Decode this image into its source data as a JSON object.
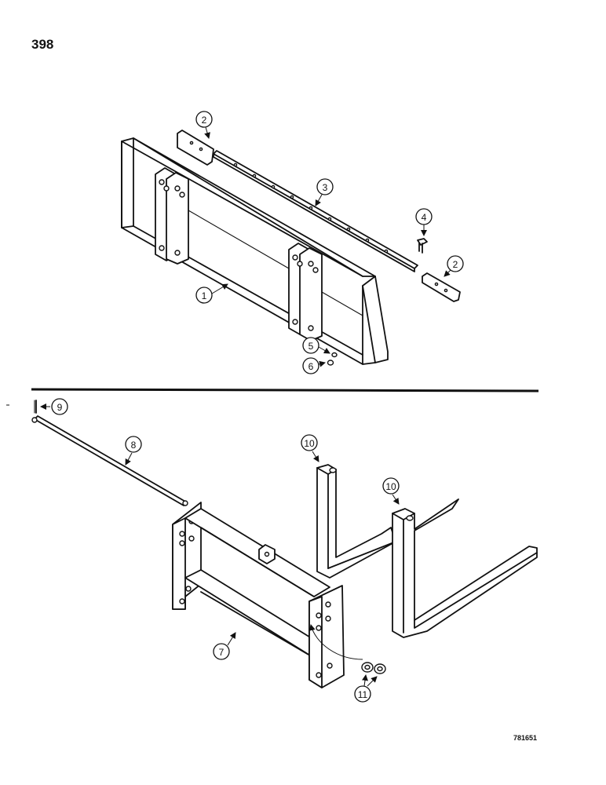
{
  "page": {
    "number": "398",
    "drawing_code": "781651"
  },
  "callouts": [
    "1",
    "2",
    "2",
    "3",
    "4",
    "5",
    "6",
    "7",
    "8",
    "9",
    "10",
    "10",
    "11"
  ]
}
